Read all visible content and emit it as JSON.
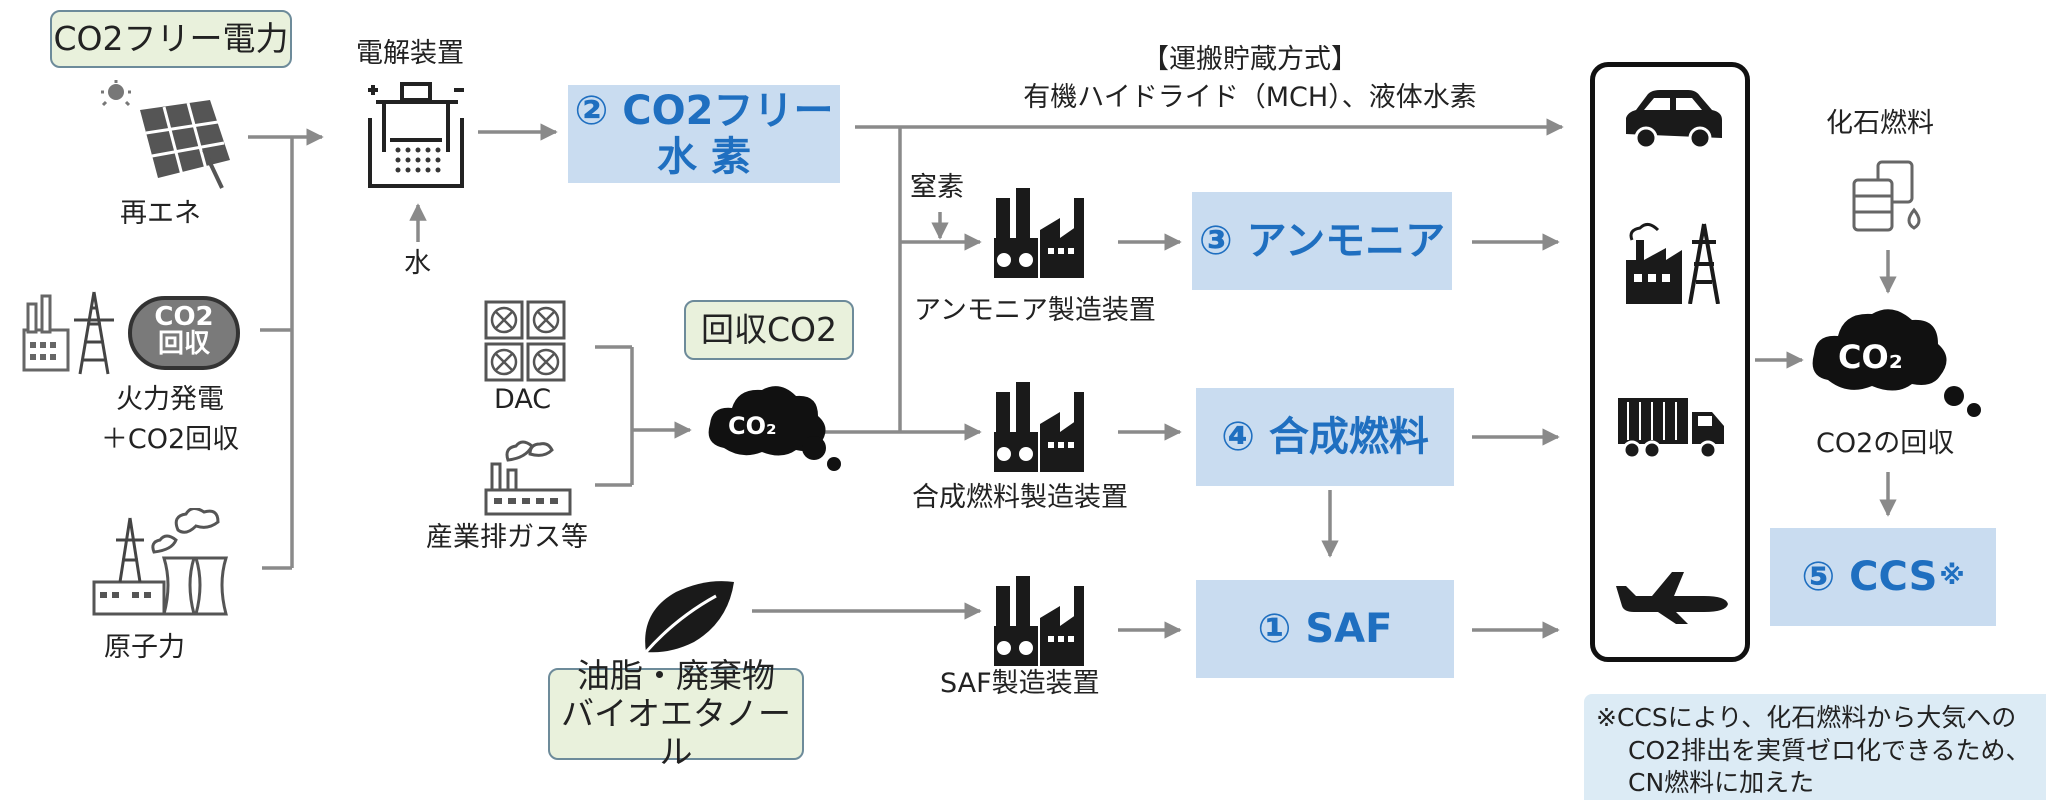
{
  "power": {
    "header": "CO2フリー電力",
    "renewable": "再エネ",
    "thermal_badge": "CO2\n回収",
    "thermal_line1": "火力発電",
    "thermal_line2": "＋CO2回収",
    "nuclear": "原子力"
  },
  "electrolysis": {
    "label": "電解装置",
    "water": "水"
  },
  "hydrogen": {
    "num": "②",
    "line1": "CO2フリー",
    "line2": "水 素"
  },
  "transport": {
    "line1": "【運搬貯蔵方式】",
    "line2": "有機ハイドライド（MCH）、液体水素"
  },
  "nitrogen": "窒素",
  "ammonia_plant": "アンモニア製造装置",
  "ammonia": "③ アンモニア",
  "capture": {
    "dac": "DAC",
    "industry": "産業排ガス等",
    "box": "回収CO2",
    "cloud": "CO₂"
  },
  "synfuel_plant": "合成燃料製造装置",
  "synfuel": "④ 合成燃料",
  "biomass": {
    "line1": "油脂・廃棄物",
    "line2": "バイオエタノール"
  },
  "saf_plant": "SAF製造装置",
  "saf": "① SAF",
  "fossil": "化石燃料",
  "co2_recovery": "CO2の回収",
  "co2_cloud": "CO₂",
  "ccs": "⑤ CCS",
  "ccs_mark": "※",
  "note": {
    "line1": "※CCSにより、化石燃料から大気への",
    "line2": "CO2排出を実質ゼロ化できるため、",
    "line3": "CN燃料に加えた"
  },
  "uses": [
    "car-icon",
    "factory-power-icon",
    "truck-icon",
    "airplane-icon"
  ],
  "colors": {
    "accent_blue": "#1f6fc0",
    "blue_fill": "#c9dcf0",
    "green_fill": "#e9f1dc",
    "arrow": "#8a8a8a"
  }
}
